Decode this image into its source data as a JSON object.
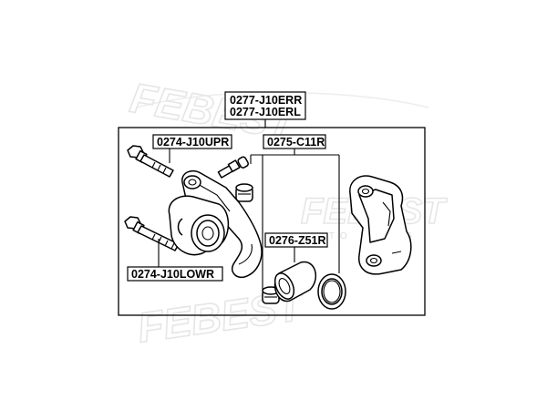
{
  "watermark": {
    "brand": "FEBEST",
    "subtitle": "AUTO PARTS"
  },
  "labels": {
    "kit_code_1": "0277-J10ERR",
    "kit_code_2": "0277-J10ERL",
    "upper_pin": "0274-J10UPR",
    "repair_kit": "0275-C11R",
    "piston": "0276-Z51R",
    "lower_pin": "0274-J10LOWR"
  }
}
